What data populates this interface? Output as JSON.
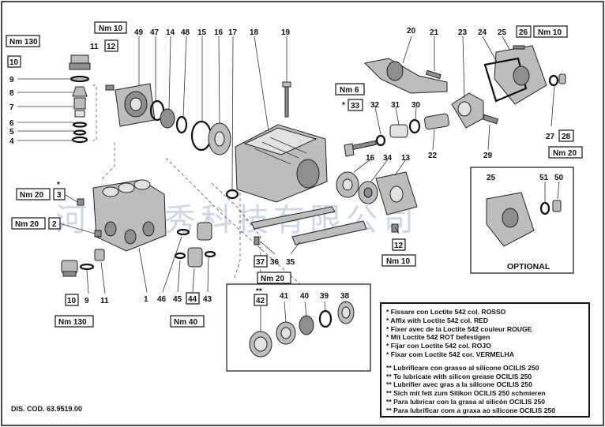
{
  "callouts": {
    "c49": "49",
    "c47": "47",
    "c14": "14",
    "c48": "48",
    "c15": "15",
    "c16a": "16",
    "c17": "17",
    "c18": "18",
    "c19": "19",
    "c20": "20",
    "c21": "21",
    "c23": "23",
    "c24": "24",
    "c25a": "25",
    "c11a": "11",
    "c9a": "9",
    "c8": "8",
    "c7": "7",
    "c6": "6",
    "c5": "5",
    "c4": "4",
    "c32": "32",
    "c31": "31",
    "c30": "30",
    "c22": "22",
    "c29": "29",
    "c27": "27",
    "c16b": "16",
    "c34": "34",
    "c13": "13",
    "c25b": "25",
    "c51": "51",
    "c50": "50",
    "c36": "36",
    "c35": "35",
    "c1": "1",
    "c46": "46",
    "c45": "45",
    "c44": "44",
    "c43": "43",
    "c9b": "9",
    "c11b": "11",
    "c41": "41",
    "c40": "40",
    "c39": "39",
    "c38": "38",
    "star33": "*",
    "star3": "*",
    "star42": "**"
  },
  "boxed_refs": {
    "r10a": "10",
    "r12a": "12",
    "r33": "33",
    "r26": "26",
    "r28": "28",
    "r3": "3",
    "r2": "2",
    "r12b": "12",
    "r37": "37",
    "r10b": "10",
    "r44": "44",
    "r42": "42"
  },
  "torques": {
    "t130a": "Nm 130",
    "t10a": "Nm 10",
    "t6": "Nm 6",
    "t10b": "Nm 10",
    "t20a": "Nm 20",
    "t20b": "Nm 20",
    "t20c": "Nm 20",
    "t10c": "Nm 10",
    "t20d": "Nm 20",
    "t130b": "Nm 130",
    "t40": "Nm 40"
  },
  "optional_label": "OPTIONAL",
  "watermark": "河南硕秀科技有限公司",
  "legend": {
    "single_star": [
      "* Fissare con Loctite 542 col. ROSSO",
      "* Affix with Loctite 542 col. RED",
      "* Fixer avec de la Loctite 542 couleur ROUGE",
      "* Mit Loctite 542 ROT befestigen",
      "* Fijar con Loctite 542 col. ROJO",
      "* Fixar com Loctite 542 cor. VERMELHA"
    ],
    "double_star": [
      "** Lubrificare con grasso al silicone OCILIS 250",
      "** To lubricate with silicon grease OCILIS 250",
      "** Lubrifier avec gras a la silicone OCILIS 250",
      "** Sich mit fett zum Silikon OCILIS 250 schmieren",
      "** Para lubricar con la grasa al silicón OCILIS 250",
      "** Para lubrificar com a graxa ao silicone OCILIS 250"
    ]
  },
  "document_code": "DIS. COD. 63.9519.00"
}
